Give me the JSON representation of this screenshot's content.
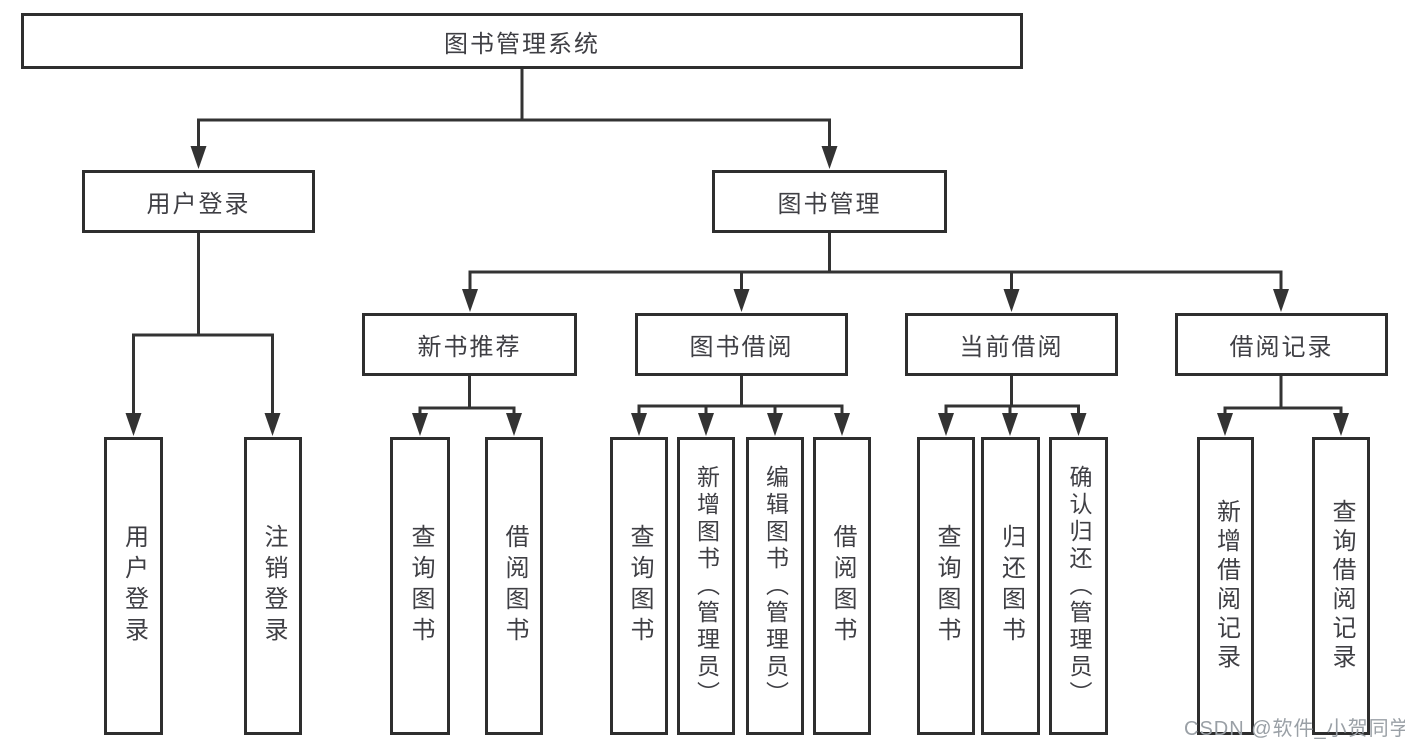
{
  "diagram_title": "图书管理系统",
  "nodes": {
    "root": "图书管理系统",
    "user_login": "用户登录",
    "book_mgmt": "图书管理",
    "new_book_rec": "新书推荐",
    "book_borrow": "图书借阅",
    "current_borrow": "当前借阅",
    "borrow_record": "借阅记录",
    "leaf_user_login": "用户登录",
    "leaf_logout": "注销登录",
    "rec_query_book": "查询图书",
    "rec_borrow_book": "借阅图书",
    "bb_query_book": "查询图书",
    "bb_add_book_admin": "新增图书（管理员）",
    "bb_edit_book_admin": "编辑图书（管理员）",
    "bb_borrow_book": "借阅图书",
    "cb_query_book": "查询图书",
    "cb_return_book": "归还图书",
    "cb_confirm_return_admin": "确认归还（管理员）",
    "br_add_record": "新增借阅记录",
    "br_query_record": "查询借阅记录"
  },
  "watermark": "CSDN @软件_小贺同学",
  "colors": {
    "line": "#333333",
    "box_border": "#2e2e2e",
    "text": "#3f3f44",
    "watermark": "#9aa0a6",
    "background": "#ffffff"
  }
}
